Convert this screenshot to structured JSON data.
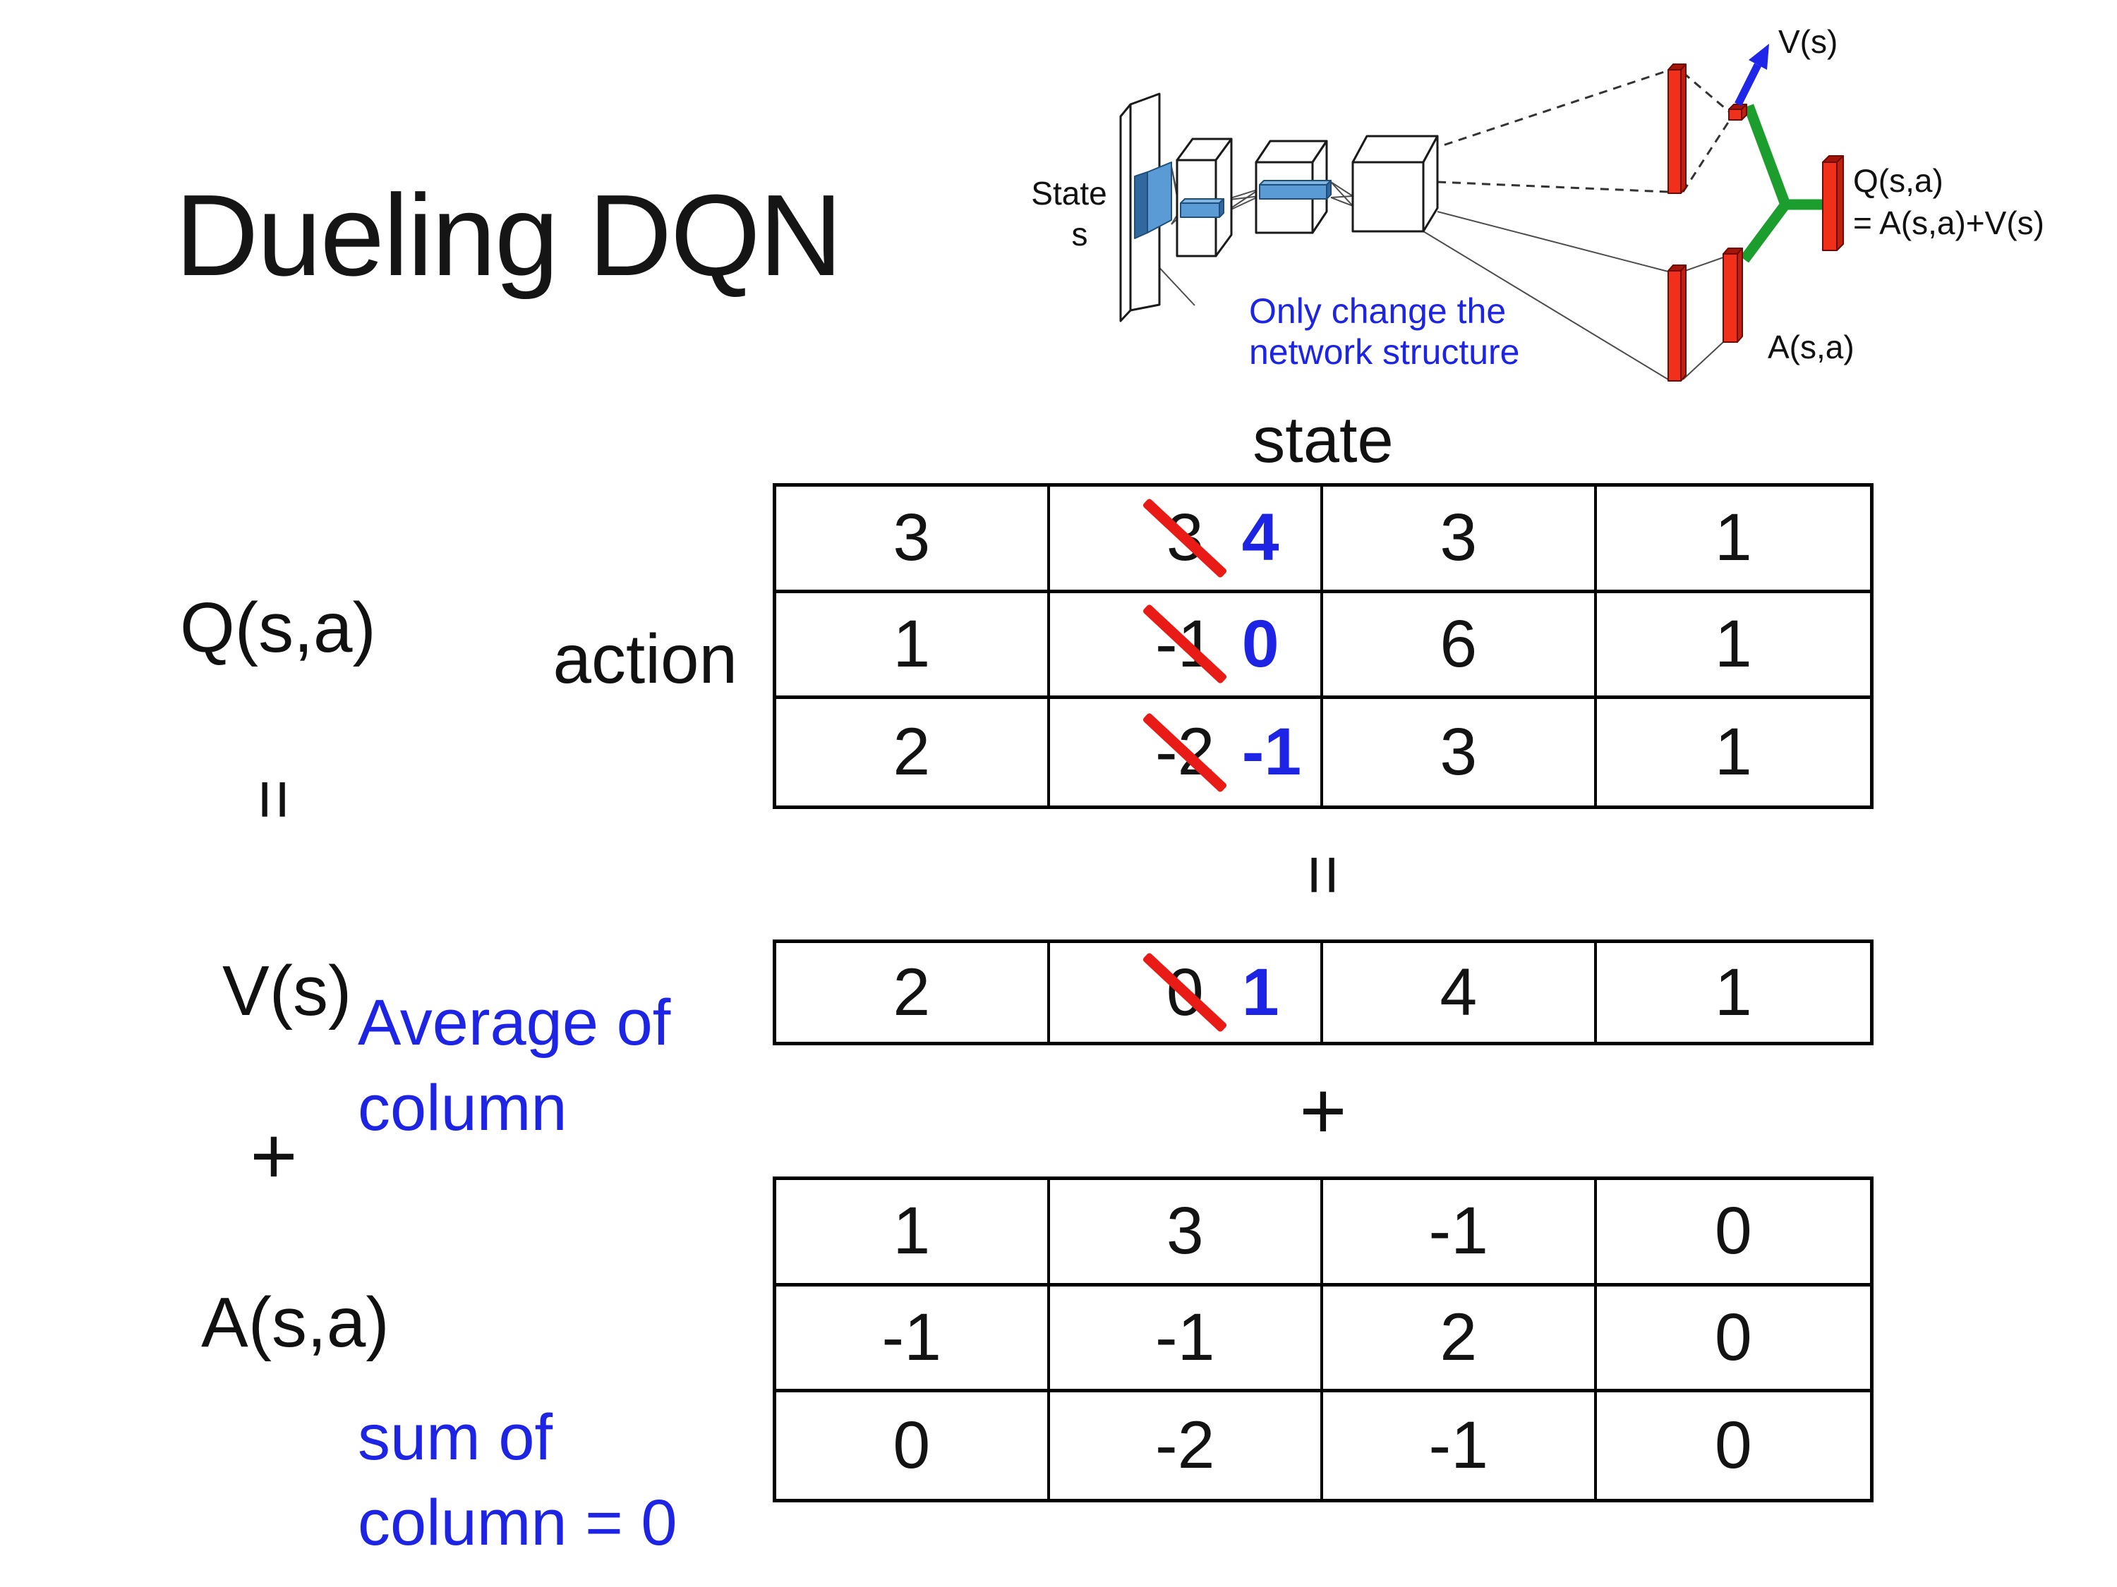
{
  "slide": {
    "title": "Dueling DQN",
    "background": "#ffffff"
  },
  "colors": {
    "accent_blue": "#1d24e3",
    "arrow_blue": "#2026e8",
    "strike_red": "#e81b17",
    "bar_red": "#f1301b",
    "bar_red_top": "#a51408",
    "bar_red_side": "#c2200e",
    "conv_blue": "#5b9bd5",
    "conv_dark": "#31689f",
    "conv_lite": "#7fb3e0",
    "network_green": "#1c9e2e"
  },
  "network_diagram": {
    "input_label_line1": "State",
    "input_label_line2": "s",
    "note_line1": "Only change the",
    "note_line2": "network structure",
    "value_output_label": "V(s)",
    "q_output_label_line1": "Q(s,a)",
    "q_output_label_line2": "= A(s,a)+V(s)",
    "advantage_output_label": "A(s,a)"
  },
  "decomposition": {
    "state_header": "state",
    "action_label": "action",
    "q_label": "Q(s,a)",
    "equals_left": "=",
    "equals_center": "=",
    "plus_left": "+",
    "plus_center": "+",
    "v_label": "V(s)",
    "v_note_line1": "Average of",
    "v_note_line2": "column",
    "a_label": "A(s,a)",
    "a_note_line1": "sum of",
    "a_note_line2": "column = 0"
  },
  "q_table": {
    "rows": [
      {
        "cells": [
          {
            "value": "3"
          },
          {
            "value": "3",
            "replaced": true,
            "new_value": "4"
          },
          {
            "value": "3"
          },
          {
            "value": "1"
          }
        ]
      },
      {
        "cells": [
          {
            "value": "1"
          },
          {
            "value": "-1",
            "replaced": true,
            "new_value": "0"
          },
          {
            "value": "6"
          },
          {
            "value": "1"
          }
        ]
      },
      {
        "cells": [
          {
            "value": "2"
          },
          {
            "value": "-2",
            "replaced": true,
            "new_value": "-1"
          },
          {
            "value": "3"
          },
          {
            "value": "1"
          }
        ]
      }
    ]
  },
  "v_table": {
    "rows": [
      {
        "cells": [
          {
            "value": "2"
          },
          {
            "value": "0",
            "replaced": true,
            "new_value": "1"
          },
          {
            "value": "4"
          },
          {
            "value": "1"
          }
        ]
      }
    ]
  },
  "a_table": {
    "rows": [
      {
        "cells": [
          {
            "value": "1"
          },
          {
            "value": "3"
          },
          {
            "value": "-1"
          },
          {
            "value": "0"
          }
        ]
      },
      {
        "cells": [
          {
            "value": "-1"
          },
          {
            "value": "-1"
          },
          {
            "value": "2"
          },
          {
            "value": "0"
          }
        ]
      },
      {
        "cells": [
          {
            "value": "0"
          },
          {
            "value": "-2"
          },
          {
            "value": "-1"
          },
          {
            "value": "0"
          }
        ]
      }
    ]
  }
}
